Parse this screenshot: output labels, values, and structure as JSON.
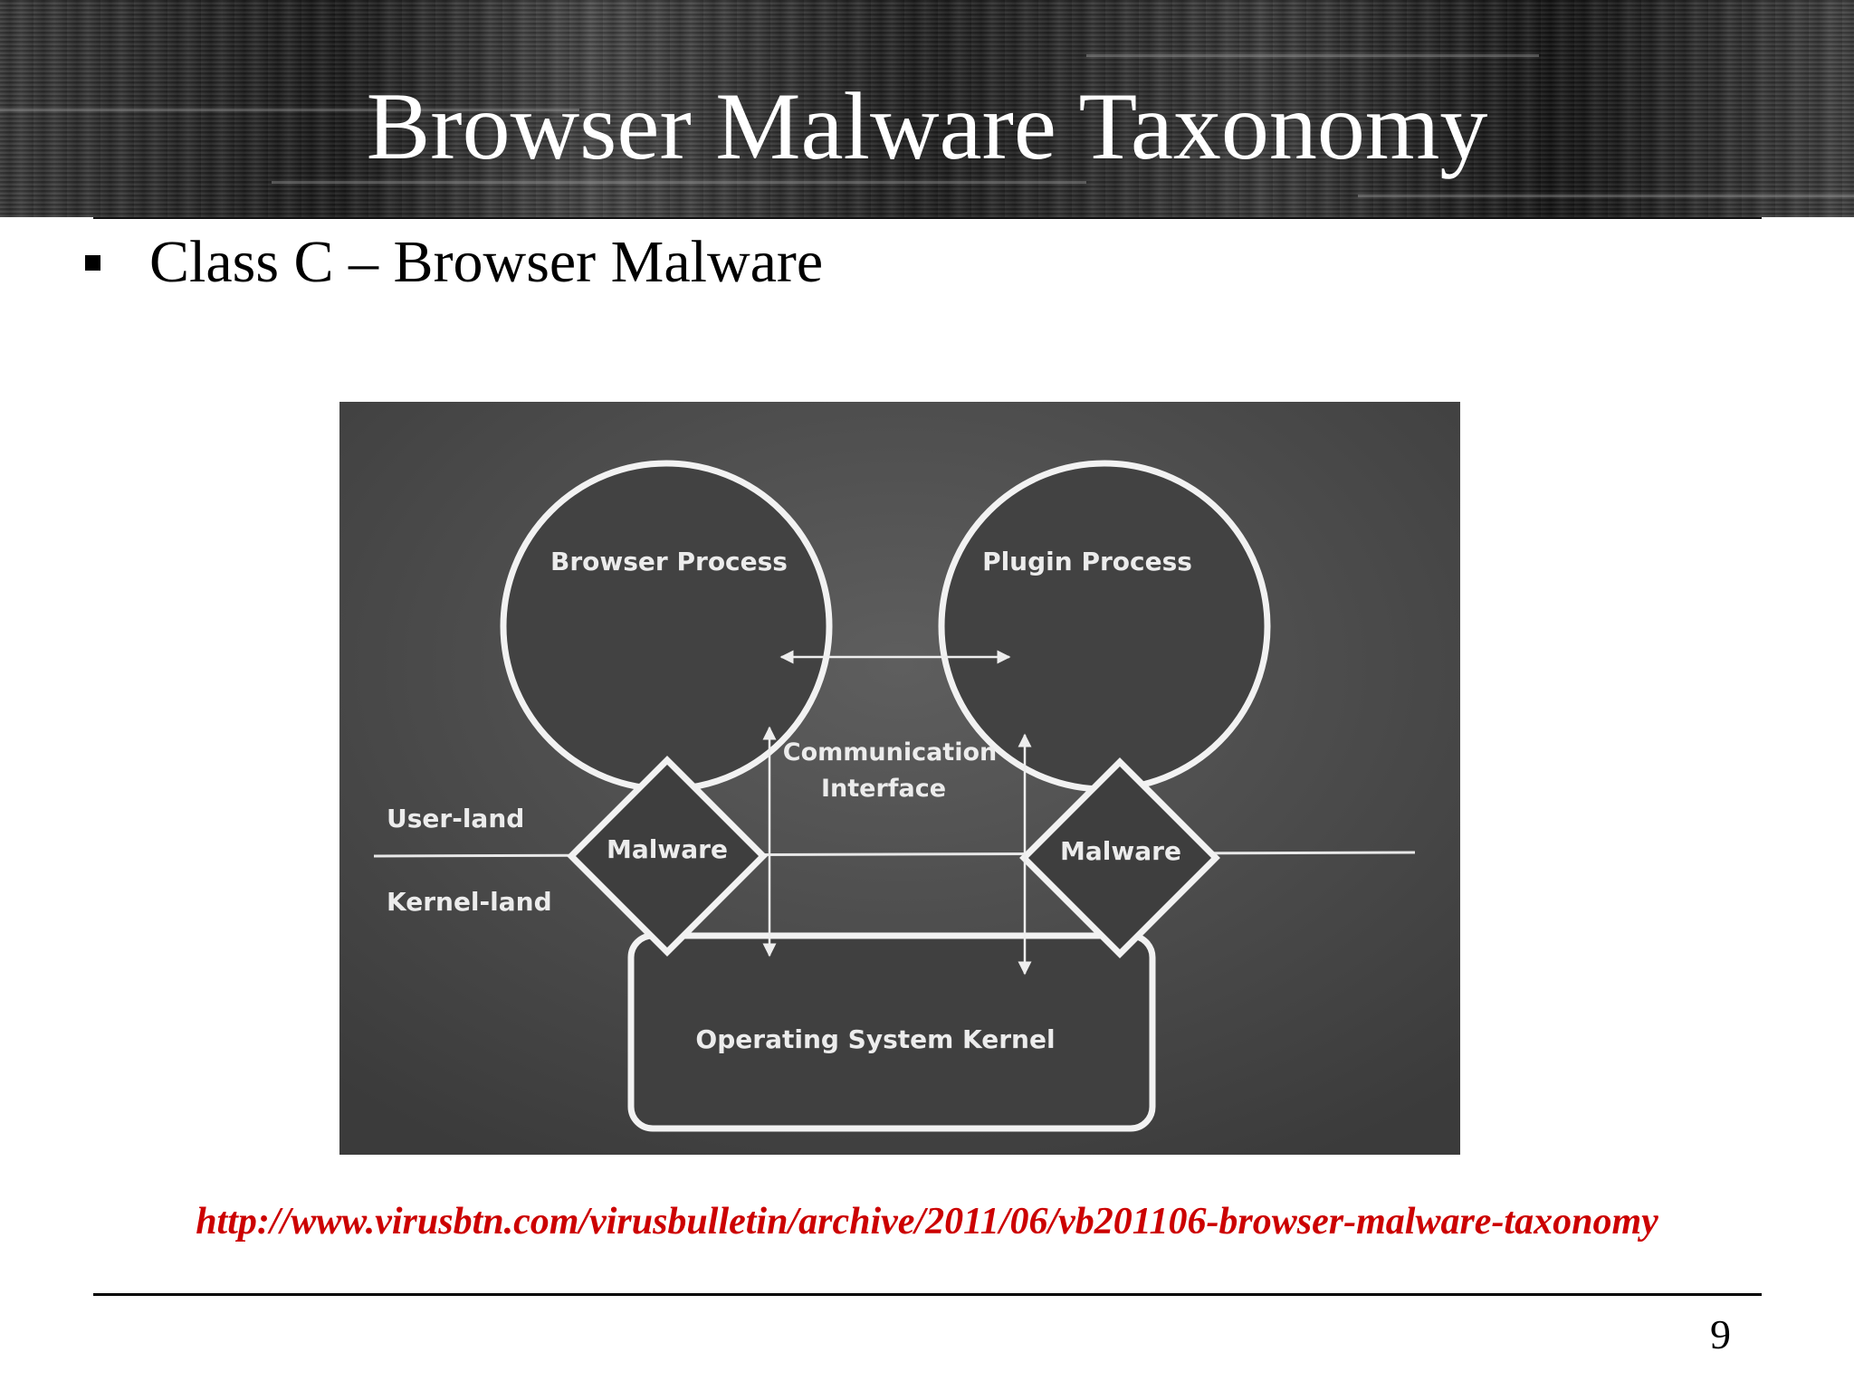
{
  "slide": {
    "title": "Browser Malware Taxonomy",
    "bullet": "Class C – Browser Malware",
    "source_url": "http://www.virusbtn.com/virusbulletin/archive/2011/06/vb201106-browser-malware-taxonomy",
    "page_number": "9"
  },
  "diagram": {
    "browser_process_label": "Browser Process",
    "plugin_process_label": "Plugin Process",
    "communication_interface_line1": "Communication",
    "communication_interface_line2": "Interface",
    "user_land_label": "User-land",
    "kernel_land_label": "Kernel-land",
    "malware_left_label": "Malware",
    "malware_right_label": "Malware",
    "kernel_label": "Operating System Kernel"
  },
  "colors": {
    "title_text": "#ffffff",
    "link_text": "#cc0000",
    "diagram_background": "#4a4a4a",
    "diagram_stroke": "#f2f2f2"
  }
}
